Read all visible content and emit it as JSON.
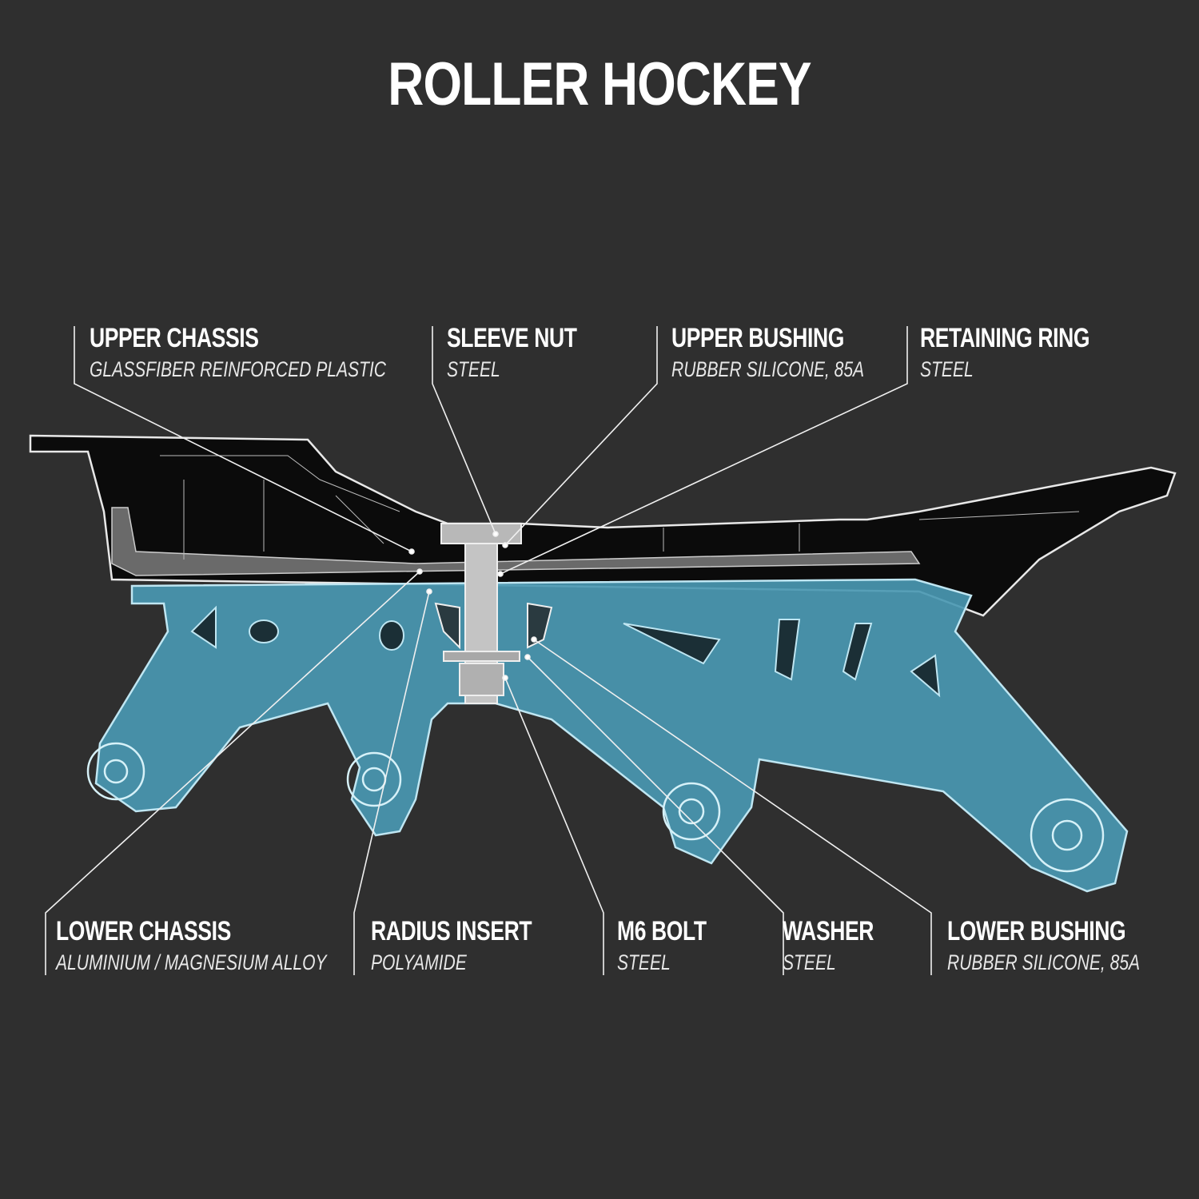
{
  "title": "ROLLER HOCKEY",
  "colors": {
    "background": "#2f2f2f",
    "lower_chassis": "#4a98b2",
    "upper_chassis": "#0b0b0b",
    "metal": "#b8b8b8"
  },
  "top_labels": [
    {
      "name": "UPPER CHASSIS",
      "material": "GLASSFIBER REINFORCED PLASTIC"
    },
    {
      "name": "SLEEVE NUT",
      "material": "STEEL"
    },
    {
      "name": "UPPER BUSHING",
      "material": "RUBBER SILICONE, 85A"
    },
    {
      "name": "RETAINING RING",
      "material": "STEEL"
    }
  ],
  "bottom_labels": [
    {
      "name": "LOWER CHASSIS",
      "material": "ALUMINIUM / MAGNESIUM ALLOY"
    },
    {
      "name": "RADIUS INSERT",
      "material": "POLYAMIDE"
    },
    {
      "name": "M6 BOLT",
      "material": "STEEL"
    },
    {
      "name": "WASHER",
      "material": "STEEL"
    },
    {
      "name": "LOWER BUSHING",
      "material": "RUBBER SILICONE, 85A"
    }
  ]
}
